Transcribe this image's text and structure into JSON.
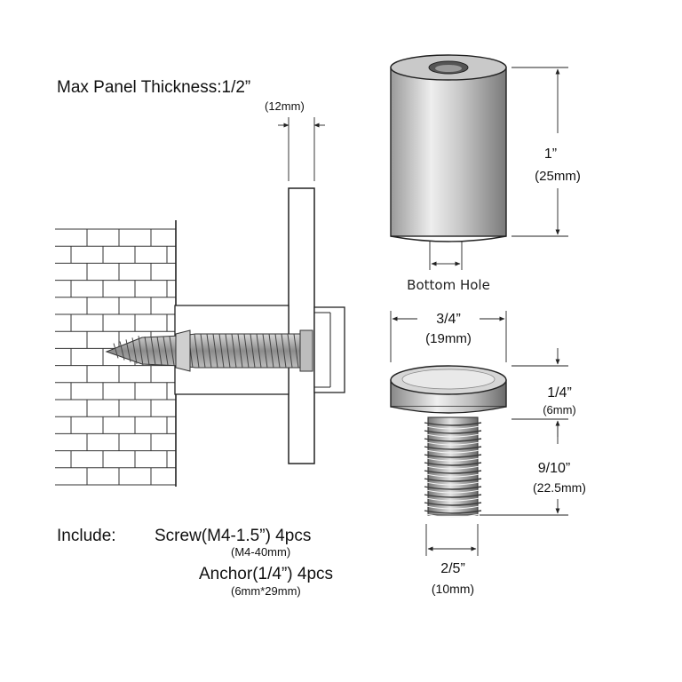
{
  "labels": {
    "max_panel": "Max Panel Thickness:1/2”",
    "max_panel_mm": "(12mm)",
    "height": "1”",
    "height_mm": "(25mm)",
    "bottom_hole": "Bottom Hole",
    "cap_diameter": "3/4”",
    "cap_diameter_mm": "(19mm)",
    "cap_height": "1/4”",
    "cap_height_mm": "(6mm)",
    "thread_length": "9/10”",
    "thread_length_mm": "(22.5mm)",
    "thread_diameter": "2/5”",
    "thread_diameter_mm": "(10mm)"
  },
  "include": {
    "prefix": "Include:",
    "screw": "Screw(M4-1.5”) 4pcs",
    "screw_mm": "(M4-40mm)",
    "anchor": "Anchor(1/4”) 4pcs",
    "anchor_mm": "(6mm*29mm)"
  },
  "colors": {
    "line": "#222222",
    "metal_light": "#e6e6e6",
    "metal_dark": "#6e6e6e",
    "hole": "#8a8a8a"
  }
}
